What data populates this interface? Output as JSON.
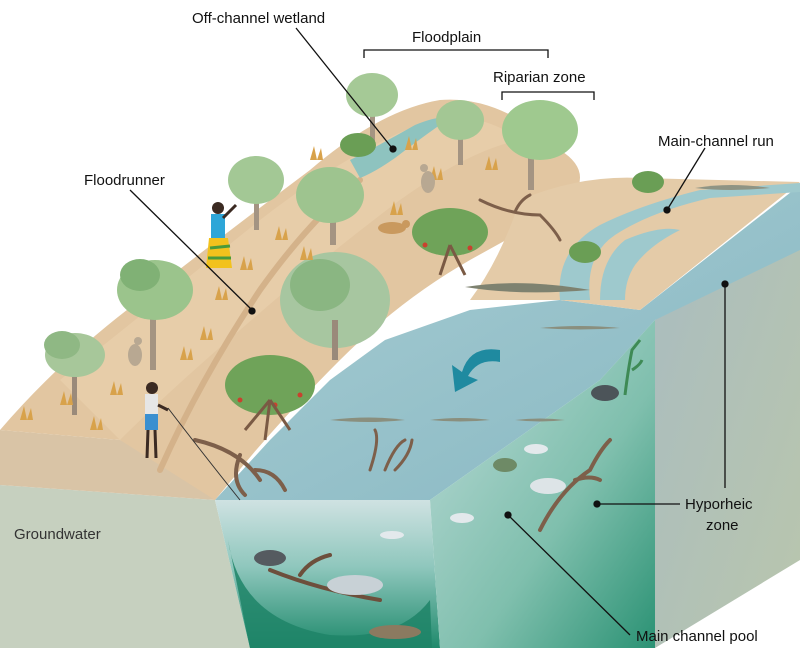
{
  "labels": {
    "off_channel_wetland": "Off-channel wetland",
    "floodplain": "Floodplain",
    "riparian_zone": "Riparian zone",
    "main_channel_run": "Main-channel run",
    "floodrunner": "Floodrunner",
    "groundwater": "Groundwater",
    "hyporheic_line1": "Hyporheic",
    "hyporheic_line2": "zone",
    "main_channel_pool": "Main channel pool"
  },
  "colors": {
    "bank_sand": "#e3c7a3",
    "bank_light": "#ecd6b8",
    "water_surface": "#9ec4cc",
    "water_deep": "#2a8a70",
    "water_mid": "#6db3a2",
    "groundwater": "#c9d3c1",
    "side_face": "#b8c9b4",
    "tree_foliage": "#8bbf7a",
    "tree_dark": "#5d9a55",
    "trunk": "#7a5a44",
    "grass": "#d9a24a",
    "croc": "#7c7f6b",
    "arrow": "#1f8a9a"
  }
}
